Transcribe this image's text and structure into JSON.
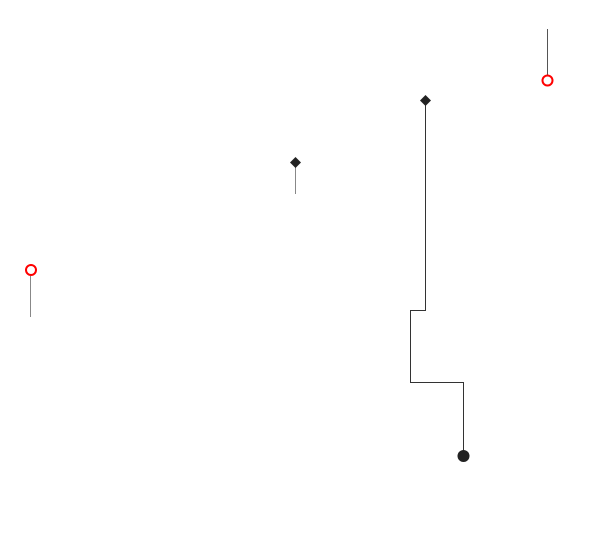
{
  "colors": {
    "background": "#ffffff",
    "line": "#333333",
    "stub": "#888888",
    "open_marker": "#ff0000",
    "filled_marker": "#222222"
  },
  "markers": [
    {
      "kind": "open-circle"
    },
    {
      "kind": "open-circle"
    },
    {
      "kind": "diamond"
    },
    {
      "kind": "diamond"
    },
    {
      "kind": "filled-circle"
    }
  ]
}
